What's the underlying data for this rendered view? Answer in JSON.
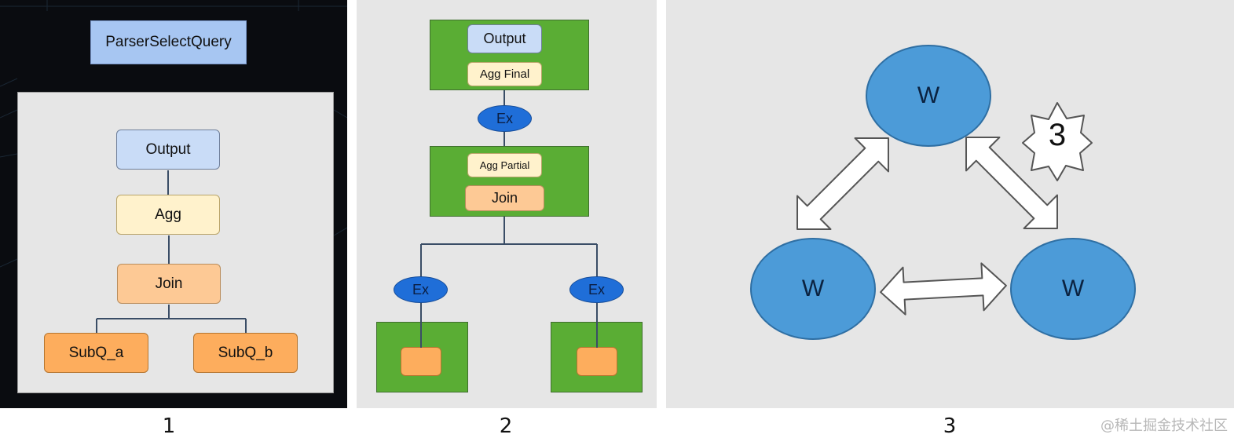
{
  "panel1": {
    "top_label": "ParserSelectQuery",
    "nodes": {
      "output": "Output",
      "agg": "Agg",
      "join": "Join",
      "subq_a": "SubQ_a",
      "subq_b": "SubQ_b"
    }
  },
  "panel2": {
    "nodes": {
      "output": "Output",
      "agg_final": "Agg Final",
      "agg_partial": "Agg Partial",
      "join": "Join"
    },
    "exchange_label": "Ex"
  },
  "panel3": {
    "worker_label": "W",
    "badge": "3"
  },
  "captions": [
    "1",
    "2",
    "3"
  ],
  "watermark": "@稀土掘金技术社区",
  "colors": {
    "output": "#c9dcf7",
    "agg": "#fff2cc",
    "join": "#fdc995",
    "subq": "#fdad5d",
    "fragment": "#5aad34",
    "exchange": "#1f6ed8",
    "worker": "#4c9bd8"
  }
}
